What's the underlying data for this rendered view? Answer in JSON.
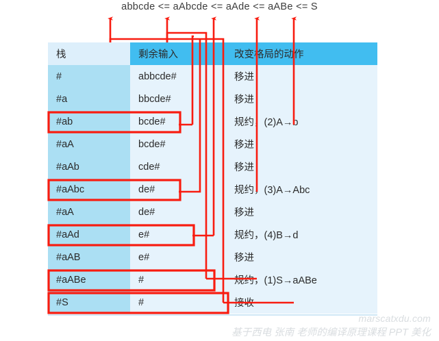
{
  "title": "abbcde <= aAbcde <= aAde <= aABe <= S",
  "table": {
    "headers": {
      "stack": "栈",
      "input": "剩余输入",
      "action": "改变格局的动作"
    },
    "rows": [
      {
        "stack": "#",
        "input": "abbcde#",
        "action": "移进",
        "boxed": false
      },
      {
        "stack": "#a",
        "input": "bbcde#",
        "action": "移进",
        "boxed": false
      },
      {
        "stack": "#ab",
        "input": "bcde#",
        "action": "规约，(2)A→b",
        "boxed": true
      },
      {
        "stack": "#aA",
        "input": "bcde#",
        "action": "移进",
        "boxed": false
      },
      {
        "stack": "#aAb",
        "input": "cde#",
        "action": "移进",
        "boxed": false
      },
      {
        "stack": "#aAbc",
        "input": "de#",
        "action": "规约，(3)A→Abc",
        "boxed": true
      },
      {
        "stack": "#aA",
        "input": "de#",
        "action": "移进",
        "boxed": false
      },
      {
        "stack": "#aAd",
        "input": "e#",
        "action": "规约，(4)B→d",
        "boxed": true
      },
      {
        "stack": "#aAB",
        "input": "e#",
        "action": "移进",
        "boxed": false
      },
      {
        "stack": "#aABe",
        "input": "#",
        "action": "规约，(1)S→aABe",
        "boxed": true
      },
      {
        "stack": "#S",
        "input": "#",
        "action": "接收",
        "boxed": true
      }
    ]
  },
  "annotation": {
    "color": "#f81c10",
    "arrow_count": 5,
    "arrow_targets": [
      "abbcde",
      "aAbcde",
      "aAde",
      "aABe",
      "S"
    ]
  },
  "watermark": {
    "site": "marscatxdu.com",
    "credit": "基于西电 张南 老师的编译原理课程 PPT 美化"
  }
}
